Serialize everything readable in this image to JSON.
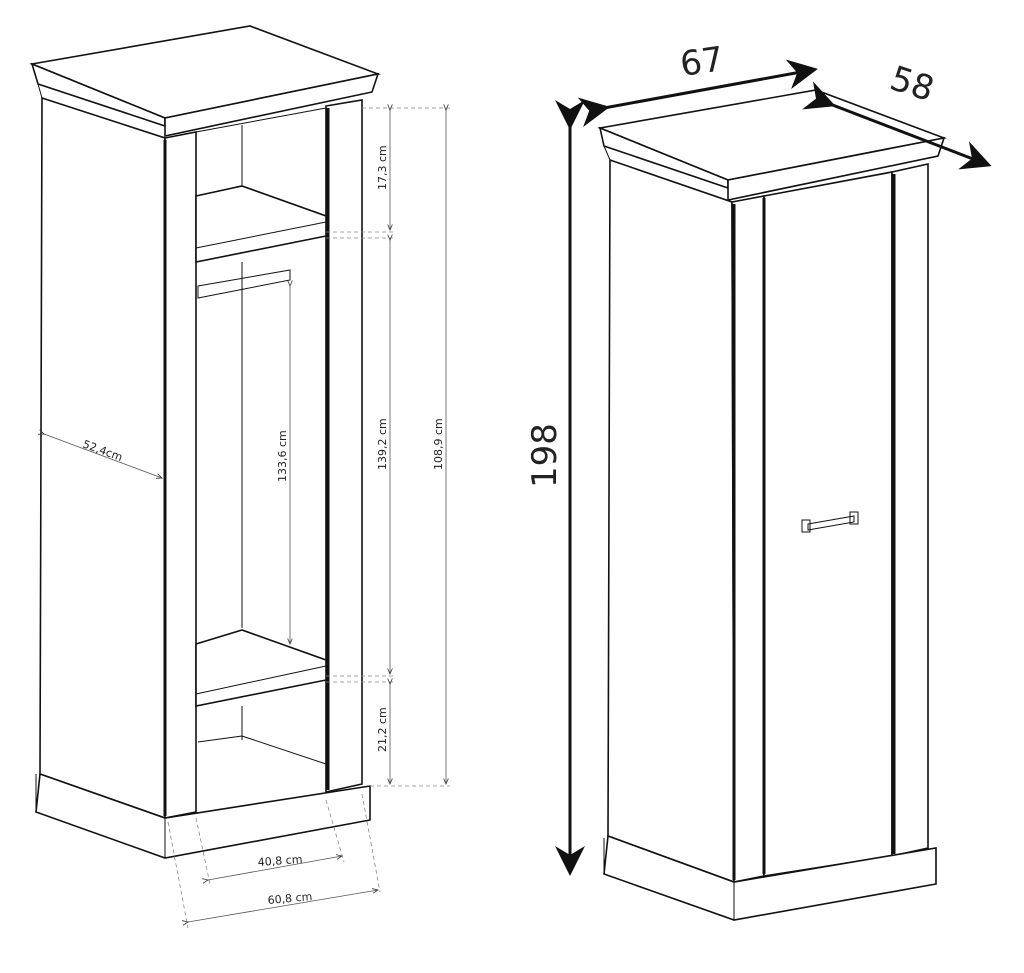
{
  "diagram": {
    "left_labels": {
      "top_compartment_height": "17,3 cm",
      "hanging_section_height": "139,2 cm",
      "rail_height": "133,6 cm",
      "shelf_side_height": "108,9 cm",
      "bottom_compartment_height": "21,2 cm",
      "inner_depth": "52,4cm",
      "inner_width": "40,8 cm",
      "outer_width": "60,8 cm"
    },
    "right_labels": {
      "width": "67",
      "depth": "58",
      "height": "198"
    }
  }
}
